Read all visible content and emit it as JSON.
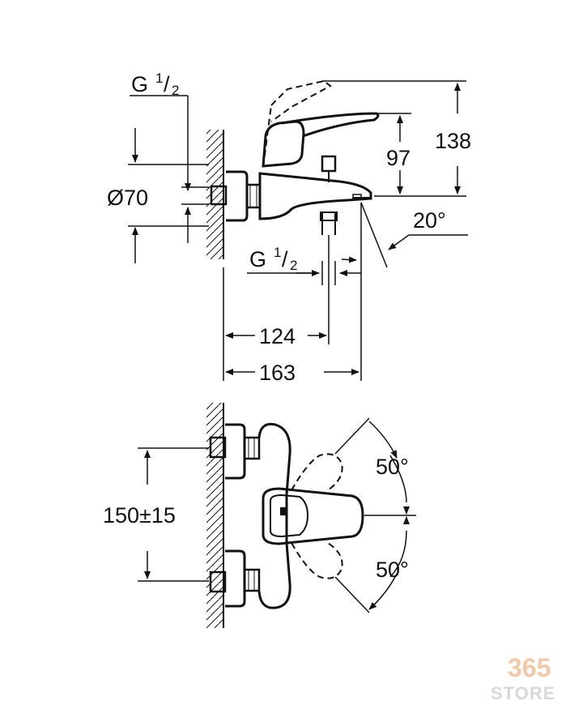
{
  "side_view": {
    "thread_top": {
      "main": "G",
      "sup": "1",
      "sub": "2"
    },
    "thread_mid": {
      "main": "G",
      "sup": "1",
      "sub": "2"
    },
    "diameter": "Ø70",
    "height_spout": "97",
    "height_total": "138",
    "angle_spout": "20°",
    "depth_outlet": "124",
    "depth_total": "163"
  },
  "top_view": {
    "spacing": "150±15",
    "angle_upper": "50°",
    "angle_lower": "50°"
  },
  "watermark": {
    "number": "365",
    "word": "STORE"
  }
}
